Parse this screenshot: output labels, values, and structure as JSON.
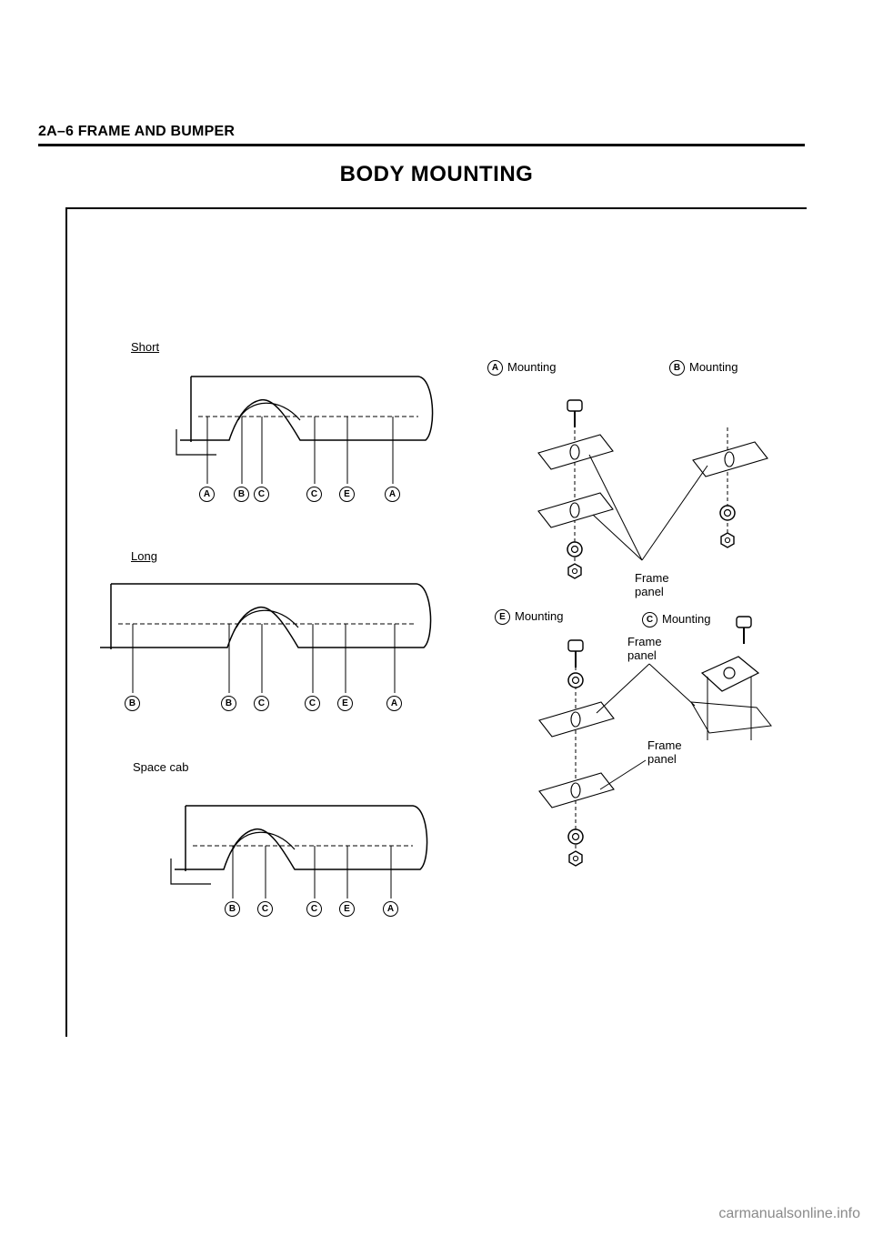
{
  "header": {
    "section": "2A–6 FRAME AND BUMPER"
  },
  "title": "BODY MOUNTING",
  "left_diagrams": [
    {
      "label": "Short",
      "callouts": [
        "A",
        "B",
        "C",
        "C",
        "E",
        "A"
      ]
    },
    {
      "label": "Long",
      "callouts": [
        "B",
        "B",
        "C",
        "C",
        "E",
        "A"
      ]
    },
    {
      "label": "Space cab",
      "callouts": [
        "B",
        "C",
        "C",
        "E",
        "A"
      ]
    }
  ],
  "right_diagrams": {
    "mount_a": {
      "letter": "A",
      "text": "Mounting"
    },
    "mount_b": {
      "letter": "B",
      "text": "Mounting"
    },
    "mount_e": {
      "letter": "E",
      "text": "Mounting"
    },
    "mount_c": {
      "letter": "C",
      "text": "Mounting"
    },
    "frame_panel_1": [
      "Frame",
      "panel"
    ],
    "frame_panel_2": [
      "Frame",
      "panel"
    ],
    "frame_panel_3": [
      "Frame",
      "panel"
    ]
  },
  "watermark": "carmanualsonline.info"
}
